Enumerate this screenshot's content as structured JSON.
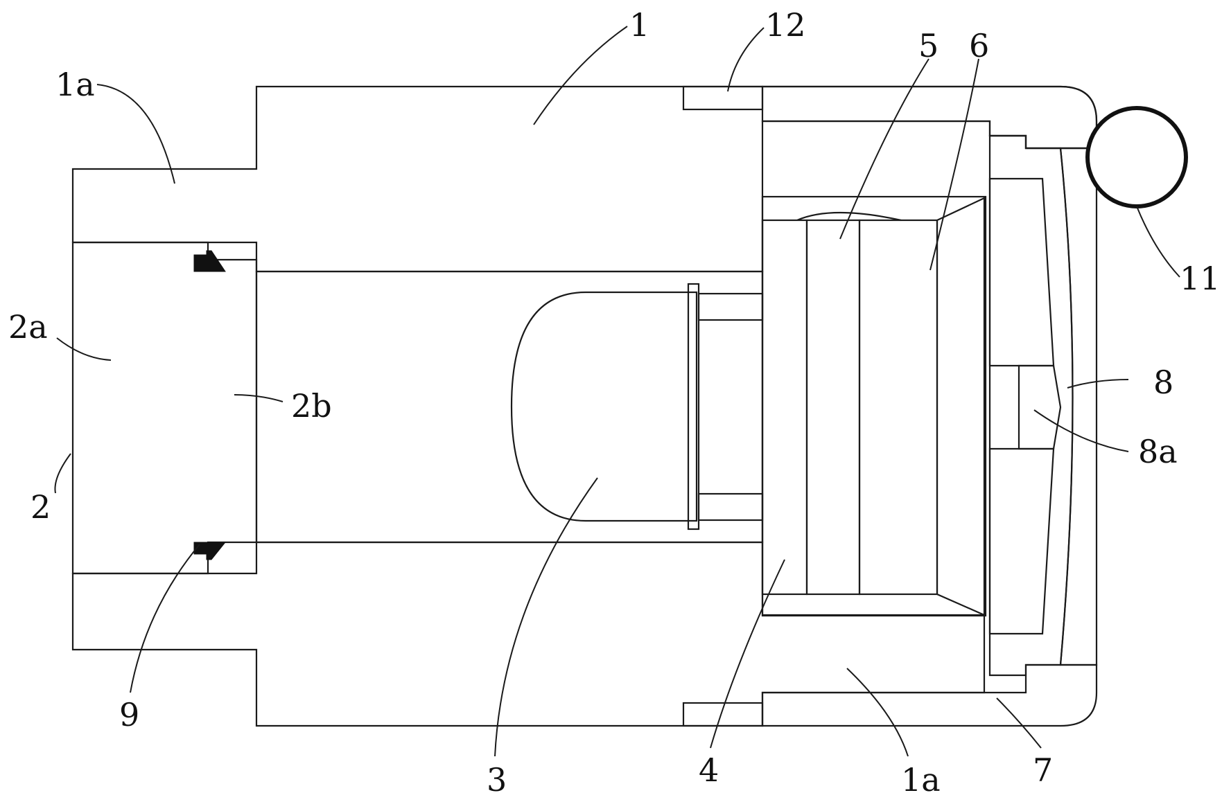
{
  "labels": {
    "l1": "1",
    "l12": "12",
    "l5": "5",
    "l6": "6",
    "l1a_top": "1a",
    "l11": "11",
    "l2a": "2a",
    "l2b": "2b",
    "l8": "8",
    "l8a": "8a",
    "l2": "2",
    "l9": "9",
    "l3": "3",
    "l4": "4",
    "l1a_bottom": "1a",
    "l7": "7"
  }
}
